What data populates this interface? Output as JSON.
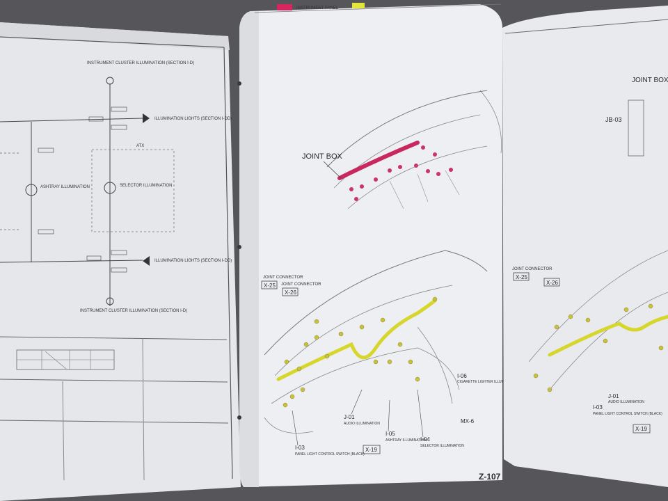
{
  "header": {
    "instrument_panel": "INSTRUMENT PANEL"
  },
  "left_page": {
    "labels": [
      "INSTRUMENT CLUSTER ILLUMINATION (SECTION I-D)",
      "ILLUMINATION LIGHTS (SECTION I-DD)",
      "ASHTRAY ILLUMINATION",
      "SELECTOR ILLUMINATION",
      "ILLUMINATION LIGHTS (SECTION I-DD)",
      "INSTRUMENT CLUSTER ILLUMINATION (SECTION I-D)"
    ],
    "box_label": "ATX"
  },
  "middle_page": {
    "joint_box": "JOINT BOX",
    "joint_connector_1": "JOINT CONNECTOR",
    "joint_connector_2": "JOINT CONNECTOR",
    "x25": "X-25",
    "x26": "X-26",
    "i06": "I-06",
    "i06_desc": "CIGARETTE LIGHTER ILLUMINATION",
    "j01": "J-01",
    "j01_desc": "AUDIO ILLUMINATION",
    "i05": "I-05",
    "i05_desc": "ASHTRAY ILLUMINATION",
    "i04": "I-04",
    "i04_desc": "SELECTOR ILLUMINATION",
    "i03": "I-03",
    "i03_desc": "PANEL LIGHT CONTROL SWITCH (BLACK)",
    "x19": "X-19",
    "model": "MX-6",
    "page_number": "Z-107"
  },
  "right_page": {
    "joint_box": "JOINT BOX",
    "jb03": "JB-03",
    "joint_connector": "JOINT CONNECTOR",
    "x25": "X-25",
    "x26": "X-26",
    "i03": "I-03",
    "i03_desc": "PANEL LIGHT CONTROL SWITCH (BLACK)",
    "j01": "J-01",
    "j01_desc": "AUDIO ILLUMINATION",
    "x19": "X-19"
  }
}
